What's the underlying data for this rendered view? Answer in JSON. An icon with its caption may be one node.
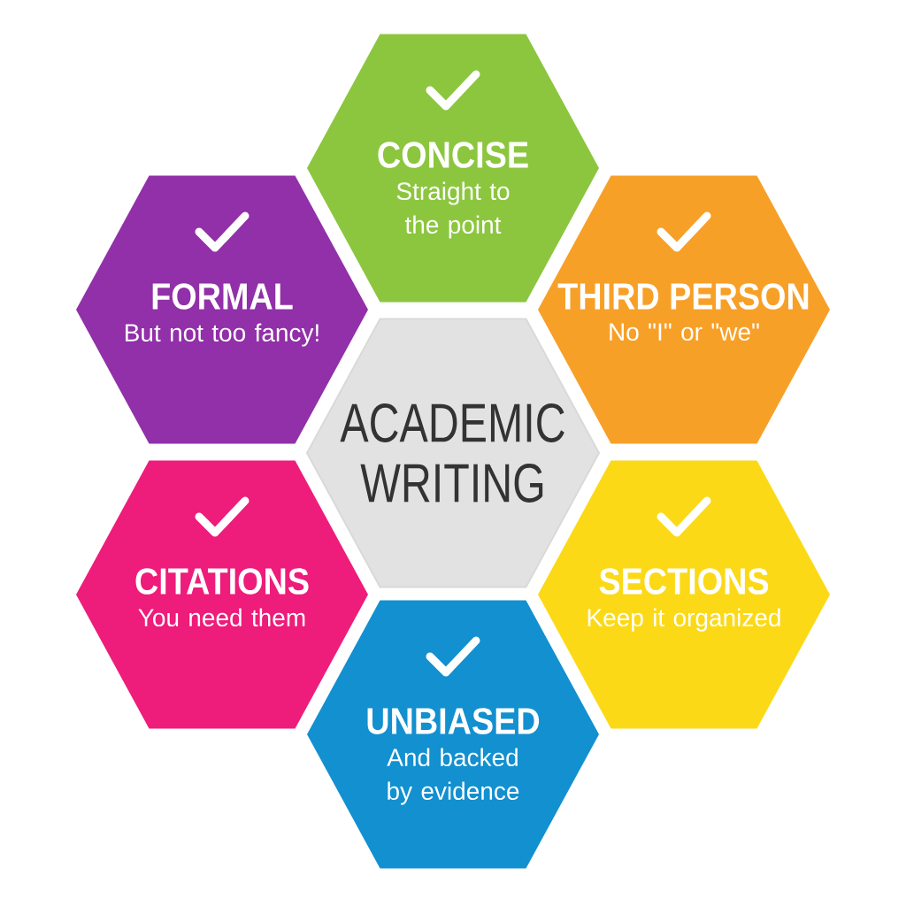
{
  "diagram": {
    "nodes": [
      {
        "text": [
          "CONCISE",
          "Straight to the point"
        ]
      },
      {
        "text": [
          "FORMAL",
          "But not too fancy!"
        ]
      },
      {
        "text": [
          "THIRD PERSON",
          "No \"I\" or \"we\""
        ]
      },
      {
        "text": [
          "ACADEMIC WRITING"
        ]
      },
      {
        "text": [
          "CITATIONS",
          "You need them"
        ]
      },
      {
        "text": [
          "SECTIONS",
          "Keep it organized"
        ]
      },
      {
        "text": [
          "UNBIASED",
          "And backed by evidence"
        ]
      }
    ]
  }
}
